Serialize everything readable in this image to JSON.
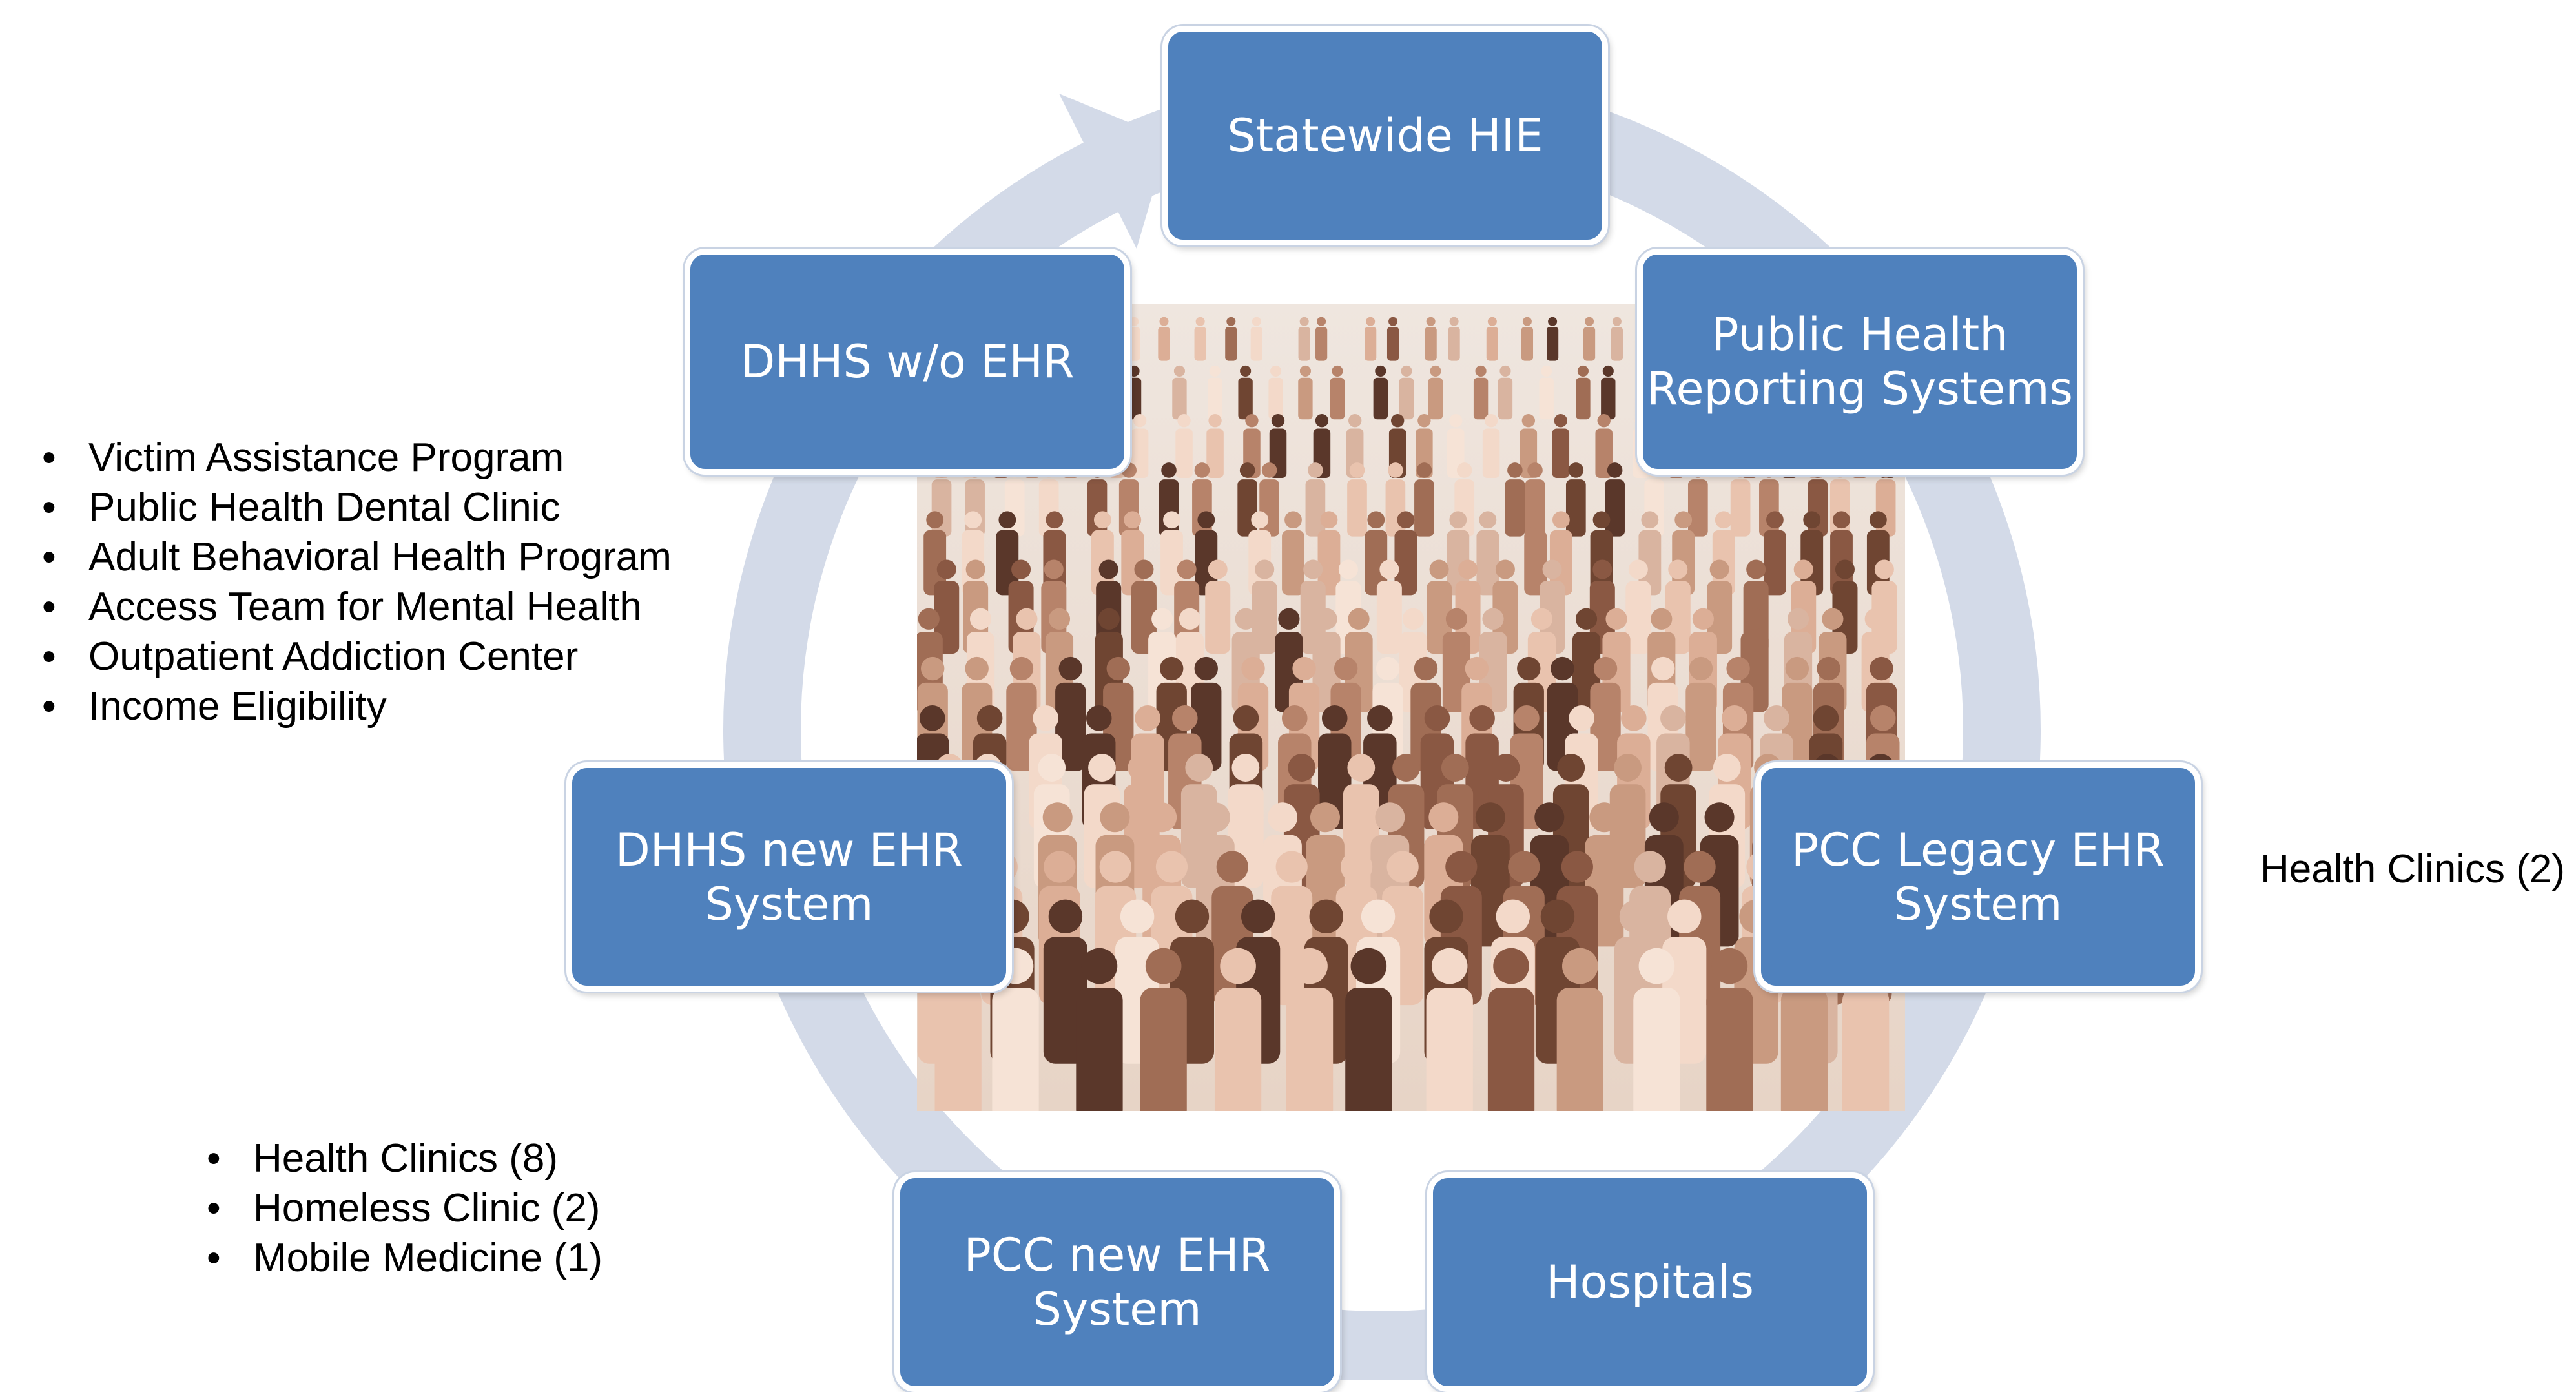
{
  "colors": {
    "node_fill": "#4f81bd",
    "ring": "#d3dae8",
    "node_text": "#ffffff"
  },
  "cycle": {
    "nodes": [
      {
        "id": "statewide-hie",
        "label": "Statewide HIE"
      },
      {
        "id": "public-health-reporting",
        "label": "Public Health\nReporting Systems"
      },
      {
        "id": "pcc-legacy-ehr",
        "label": "PCC Legacy EHR\nSystem"
      },
      {
        "id": "hospitals",
        "label": "Hospitals"
      },
      {
        "id": "pcc-new-ehr",
        "label": "PCC new EHR\nSystem"
      },
      {
        "id": "dhhs-new-ehr",
        "label": "DHHS new EHR\nSystem"
      },
      {
        "id": "dhhs-wo-ehr",
        "label": "DHHS w/o EHR"
      }
    ],
    "center_image": "crowd-of-people-silhouettes"
  },
  "dhhs_programs": [
    "Victim Assistance Program",
    "Public Health Dental Clinic",
    "Adult Behavioral Health Program",
    "Access Team for Mental Health",
    "Outpatient Addiction Center",
    "Income Eligibility"
  ],
  "pcc_new_sites": [
    "Health Clinics (8)",
    "Homeless Clinic (2)",
    "Mobile Medicine (1)"
  ],
  "pcc_legacy_sites": "Health Clinics (2)"
}
